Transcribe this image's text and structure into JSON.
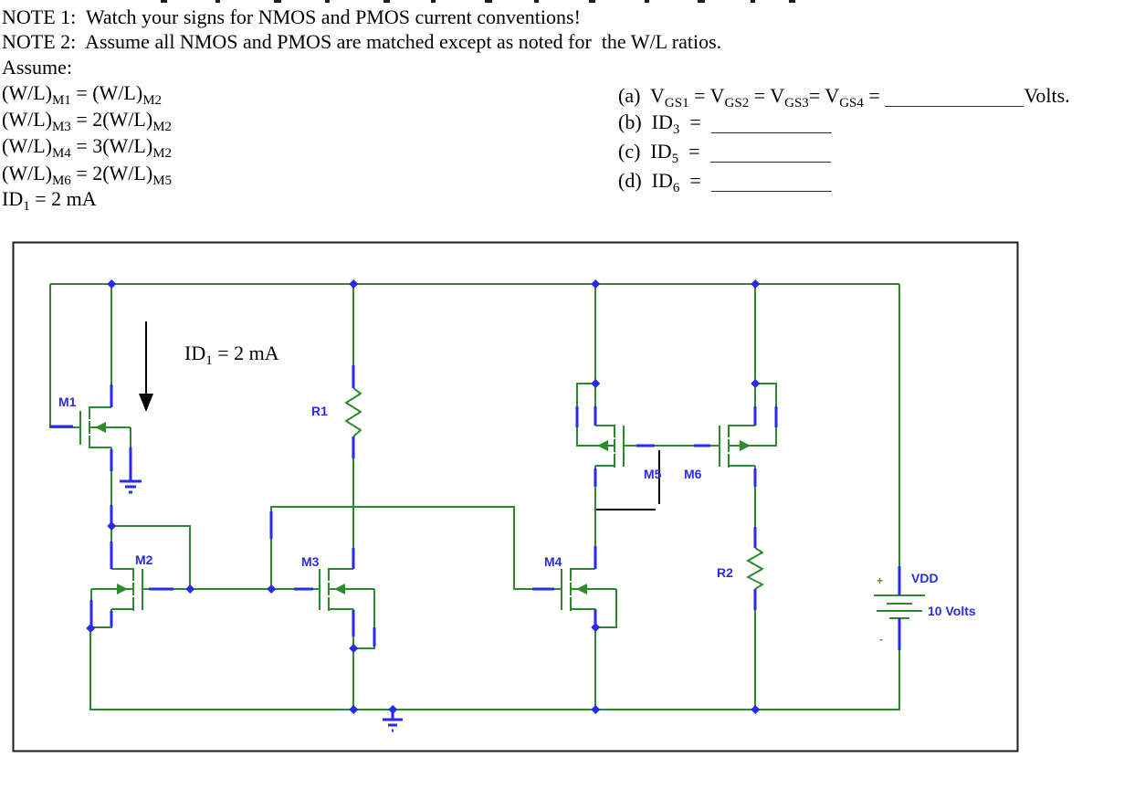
{
  "notes": {
    "note1": "NOTE 1:  Watch your signs for NMOS and PMOS current conventions!",
    "note2": "NOTE 2:  Assume all NMOS and PMOS are matched except as noted for  the W/L ratios.",
    "assume_label": "Assume:"
  },
  "assumptions": [
    {
      "segments": [
        {
          "t": "(W/L)"
        },
        {
          "s": "M1"
        },
        {
          "t": " = (W/L)"
        },
        {
          "s": "M2"
        }
      ]
    },
    {
      "segments": [
        {
          "t": "(W/L)"
        },
        {
          "s": "M3"
        },
        {
          "t": " = 2(W/L)"
        },
        {
          "s": "M2"
        }
      ]
    },
    {
      "segments": [
        {
          "t": "(W/L)"
        },
        {
          "s": "M4"
        },
        {
          "t": " = 3(W/L)"
        },
        {
          "s": "M2"
        }
      ]
    },
    {
      "segments": [
        {
          "t": "(W/L)"
        },
        {
          "s": "M6"
        },
        {
          "t": " = 2(W/L)"
        },
        {
          "s": "M5"
        }
      ]
    },
    {
      "segments": [
        {
          "t": "ID"
        },
        {
          "s": "1"
        },
        {
          "t": " = 2 mA"
        }
      ]
    }
  ],
  "questions": [
    {
      "label": "(a)",
      "segments": [
        {
          "t": "V"
        },
        {
          "s": "GS1"
        },
        {
          "t": " = V"
        },
        {
          "s": "GS2"
        },
        {
          "t": " = V"
        },
        {
          "s": "GS3"
        },
        {
          "t": "= V"
        },
        {
          "s": "GS4"
        },
        {
          "t": " = "
        },
        {
          "u": 152
        },
        {
          "t": "Volts."
        }
      ]
    },
    {
      "label": "(b)",
      "segments": [
        {
          "t": "ID"
        },
        {
          "s": "3"
        },
        {
          "t": "  =  "
        },
        {
          "u": 132
        }
      ]
    },
    {
      "label": "(c)",
      "segments": [
        {
          "t": "ID"
        },
        {
          "s": "5"
        },
        {
          "t": "  =  "
        },
        {
          "u": 132
        }
      ]
    },
    {
      "label": "(d)",
      "segments": [
        {
          "t": "ID"
        },
        {
          "s": "6"
        },
        {
          "t": "  =  "
        },
        {
          "u": 132
        }
      ]
    }
  ],
  "circuit": {
    "current_label": {
      "segments": [
        {
          "t": "ID"
        },
        {
          "s": "1"
        },
        {
          "t": " = 2 mA"
        }
      ]
    },
    "components": {
      "m1": "M1",
      "m2": "M2",
      "m3": "M3",
      "m4": "M4",
      "m5": "M5",
      "m6": "M6",
      "r1": "R1",
      "r2": "R2"
    },
    "supply": {
      "name": "VDD",
      "value": "10 Volts",
      "plus": "+",
      "minus": "-"
    },
    "colors": {
      "wire": "#2d8a2d",
      "net": "#2a2aef",
      "annotation": "#000000"
    }
  }
}
